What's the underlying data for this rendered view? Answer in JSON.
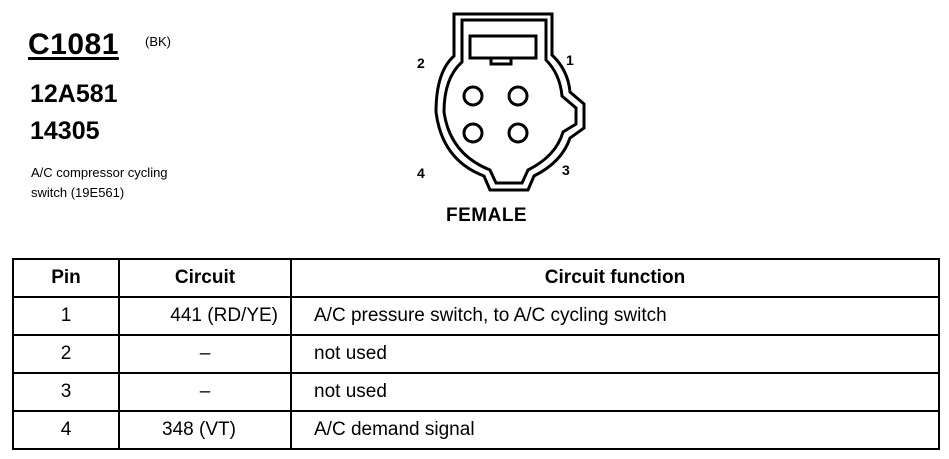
{
  "connector": {
    "id": "C1081",
    "color_code": "(BK)",
    "part_number_1": "12A581",
    "part_number_2": "14305",
    "description_line1": "A/C compressor cycling",
    "description_line2": "switch (19E561)"
  },
  "diagram": {
    "pin_labels": [
      "1",
      "2",
      "3",
      "4"
    ],
    "gender_label": "FEMALE"
  },
  "table": {
    "headers": [
      "Pin",
      "Circuit",
      "Circuit function"
    ],
    "rows": [
      {
        "pin": "1",
        "circuit": "441 (RD/YE)",
        "function": "A/C pressure switch, to A/C cycling switch"
      },
      {
        "pin": "2",
        "circuit": "–",
        "function": "not used"
      },
      {
        "pin": "3",
        "circuit": "–",
        "function": "not used"
      },
      {
        "pin": "4",
        "circuit": "348 (VT)",
        "function": "A/C demand signal"
      }
    ]
  }
}
